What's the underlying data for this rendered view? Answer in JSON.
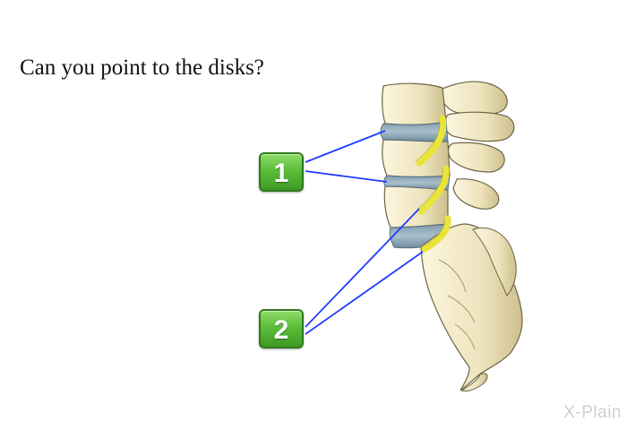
{
  "question": "Can you point to the disks?",
  "labels": [
    {
      "number": "1",
      "color": "#5cbe3a"
    },
    {
      "number": "2",
      "color": "#5cbe3a"
    }
  ],
  "logo": "X-Plain",
  "colors": {
    "bone": "#efe6c2",
    "disk": "#8fa9b8",
    "nerve": "#ecec3a",
    "leader_line": "#1f3cff",
    "badge": "#5cbe3a"
  }
}
